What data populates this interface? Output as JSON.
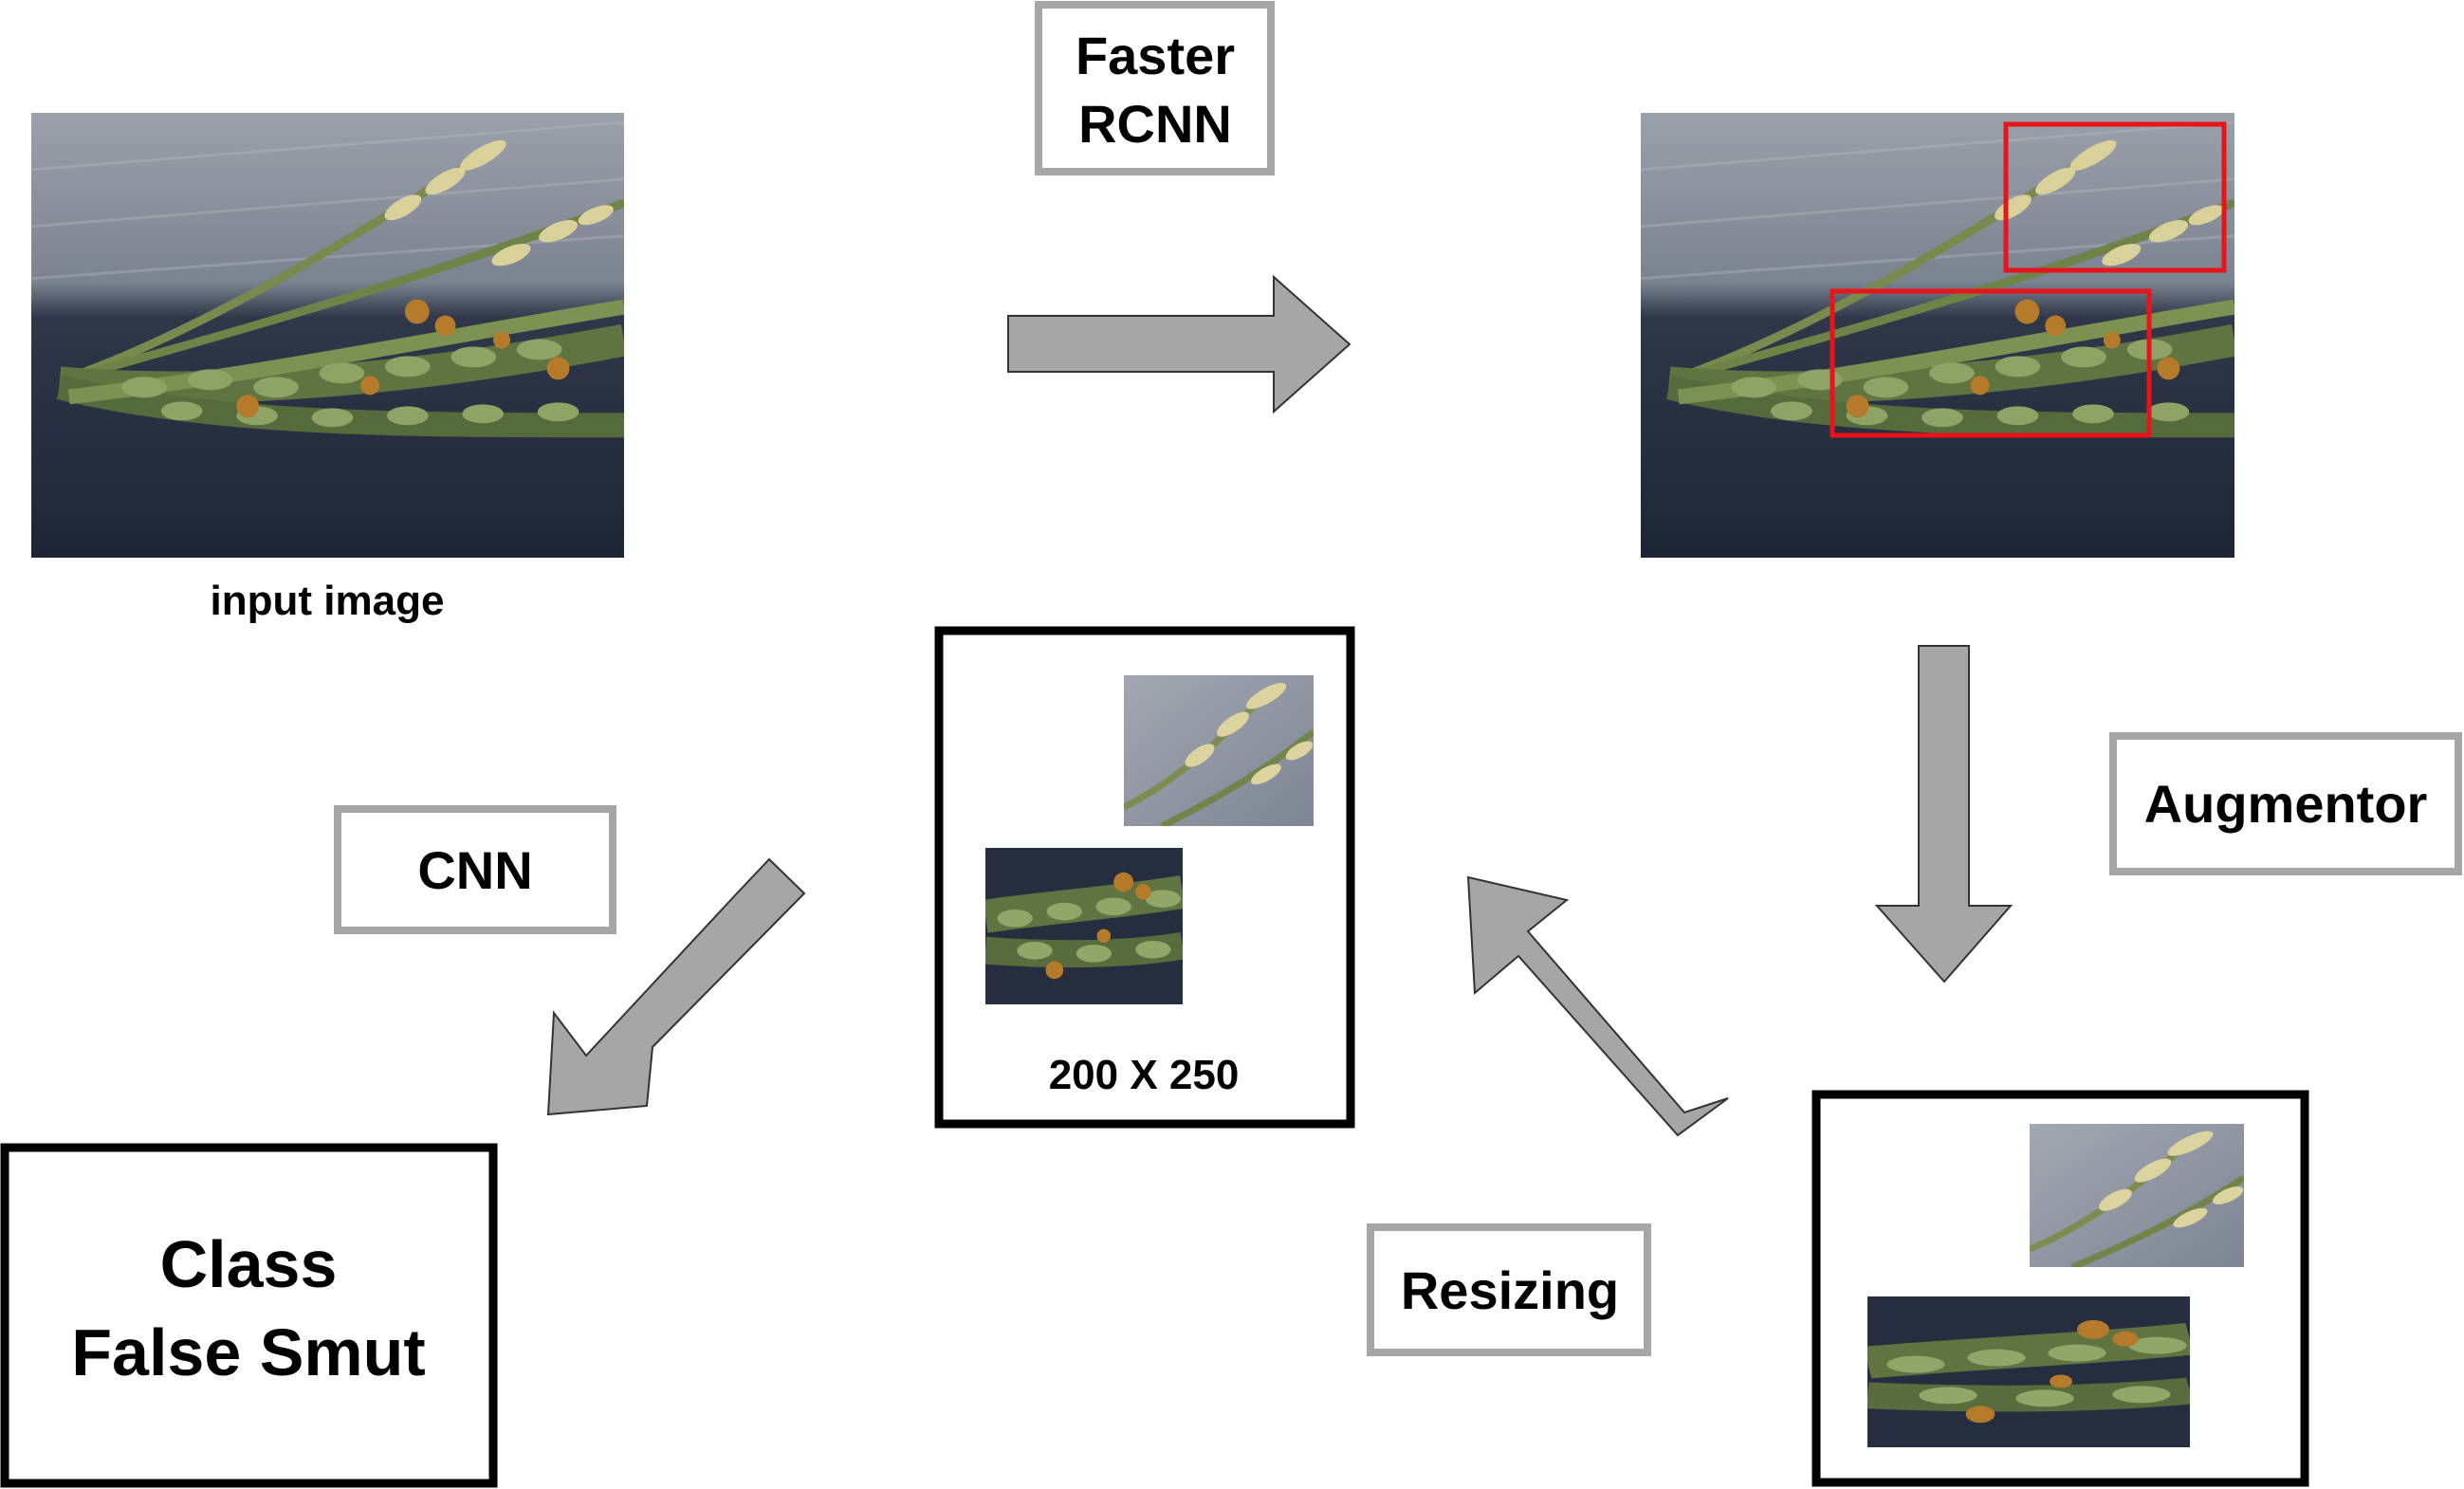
{
  "labels": {
    "faster_rcnn_line1": "Faster",
    "faster_rcnn_line2": "RCNN",
    "input_image": "input image",
    "augmentor": "Augmentor",
    "cnn": "CNN",
    "resizing": "Resizing",
    "size": "200 X 250",
    "class_line1": "Class",
    "class_line2": "False Smut"
  },
  "colors": {
    "arrow_fill": "#a6a6a6",
    "label_box_border": "#a6a6a6",
    "panel_border": "#000000",
    "detection_box": "#e8141b",
    "fabric_light": "#8e939d",
    "fabric_dark": "#232b3d",
    "grain_green": "#6e8452",
    "grain_yellow": "#d8cf92",
    "smut_orange": "#b87a28"
  },
  "icons": {
    "photo": "rice-panicle-photo",
    "arrow": "block-arrow"
  }
}
